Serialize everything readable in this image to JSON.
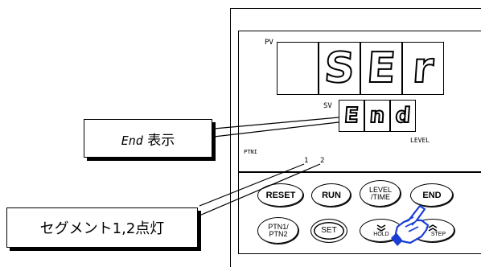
{
  "display": {
    "pv_label": "PV",
    "pv_digits": [
      "",
      "S",
      "E",
      "r"
    ],
    "sv_label": "SV",
    "sv_digits": [
      "E",
      "n",
      "d"
    ],
    "level_label": "LEVEL",
    "ptn_label": "PTNI",
    "segment_1": "1",
    "segment_2": "2"
  },
  "buttons": {
    "reset": "RESET",
    "run": "RUN",
    "level_time": "LEVEL\n/TIME",
    "end": "END",
    "ptn12": "PTN1/\nPTN2",
    "set": "SET",
    "hold": "HOLD",
    "step": "STEP"
  },
  "callouts": {
    "end_display_italic": "End",
    "end_display_text": " 表示",
    "segment_lit": "セグメント1,2点灯"
  },
  "icons": {
    "hold": "double-chevron-down-icon",
    "step": "double-chevron-up-icon",
    "pointer": "pointing-hand-icon"
  }
}
